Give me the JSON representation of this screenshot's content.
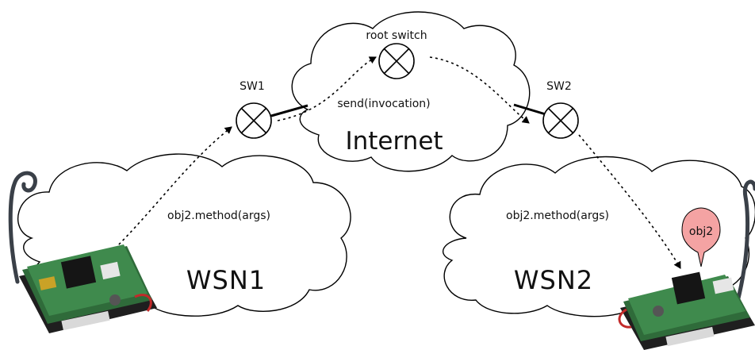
{
  "colors": {
    "outline": "#000000",
    "background": "#ffffff",
    "object_pin": "#f4a3a3",
    "board_green": "#2f6b3a"
  },
  "labels": {
    "root_switch": "root switch",
    "sw1": "SW1",
    "sw2": "SW2",
    "send_invocation": "send(invocation)",
    "internet": "Internet",
    "wsn1": "WSN1",
    "wsn2": "WSN2",
    "wsn1_call": "obj2.method(args)",
    "wsn2_call": "obj2.method(args)",
    "object_marker": "obj2"
  },
  "icons": {
    "switch": "switch-icon",
    "sensor_node": "sensor-node-icon",
    "map_pin": "map-pin-icon",
    "arrow_head": "arrow-head-icon"
  }
}
